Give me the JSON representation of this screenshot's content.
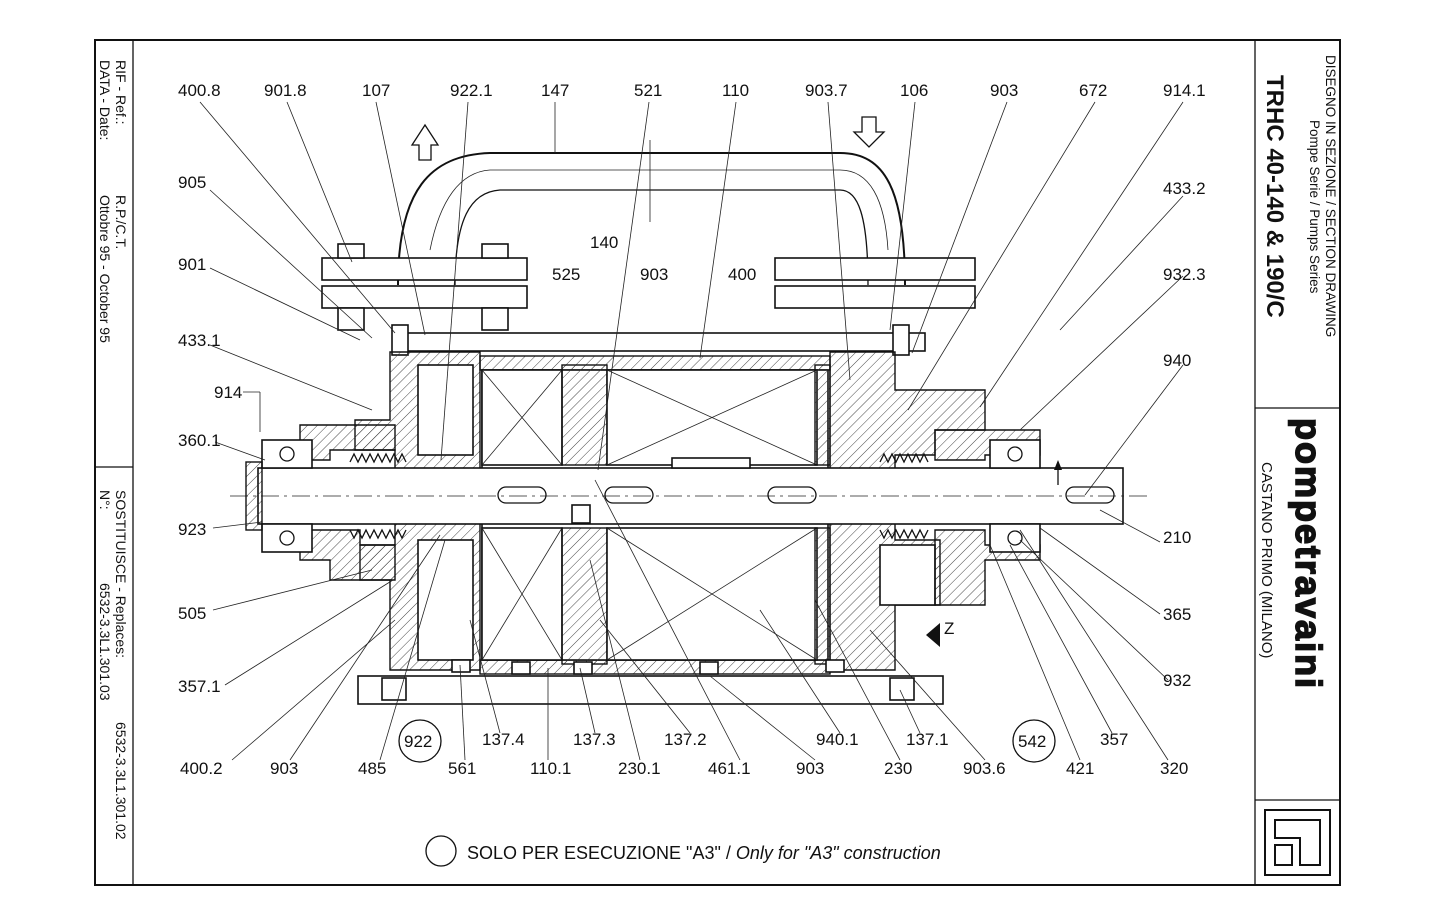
{
  "titleblock": {
    "header_line1": "DISEGNO IN SEZIONE / SECTION DRAWING",
    "header_line2": "Pompe Serie / Pumps Series",
    "model": "TRHC 40-140 & 190/C",
    "brand": "pompetravaini",
    "location": "CASTANO PRIMO (MILANO)"
  },
  "sidebar": {
    "rif_label": "RIF - Ref.:",
    "rif_value": "R.P./C.T.",
    "data_label": "DATA - Date:",
    "data_value": "Ottobre 95 - October 95",
    "sost_label": "SOSTITUISCE - Replaces:",
    "sost_value": "6532-3.3L1.301.02",
    "n_label": "N°:",
    "n_value": "6532-3.3L1.301.03"
  },
  "legend": {
    "text": "SOLO PER ESECUZIONE \"A3\" / ",
    "text_italic": "Only for \"A3\" construction"
  },
  "parts": {
    "top": [
      "400.8",
      "901.8",
      "107",
      "922.1",
      "147",
      "521",
      "110",
      "903.7",
      "106",
      "903",
      "672",
      "914.1"
    ],
    "left": [
      "905",
      "901",
      "433.1",
      "914",
      "360.1",
      "923",
      "505",
      "357.1"
    ],
    "right": [
      "433.2",
      "932.3",
      "940",
      "210",
      "365",
      "932"
    ],
    "inner": [
      "140",
      "525",
      "903",
      "400"
    ],
    "bottom": [
      "400.2",
      "903",
      "485",
      "922",
      "561",
      "110.1",
      "137.4",
      "137.3",
      "230.1",
      "137.2",
      "461.1",
      "903",
      "940.1",
      "230",
      "137.1",
      "903.6",
      "542",
      "421",
      "357",
      "320"
    ],
    "marker": "Z"
  }
}
